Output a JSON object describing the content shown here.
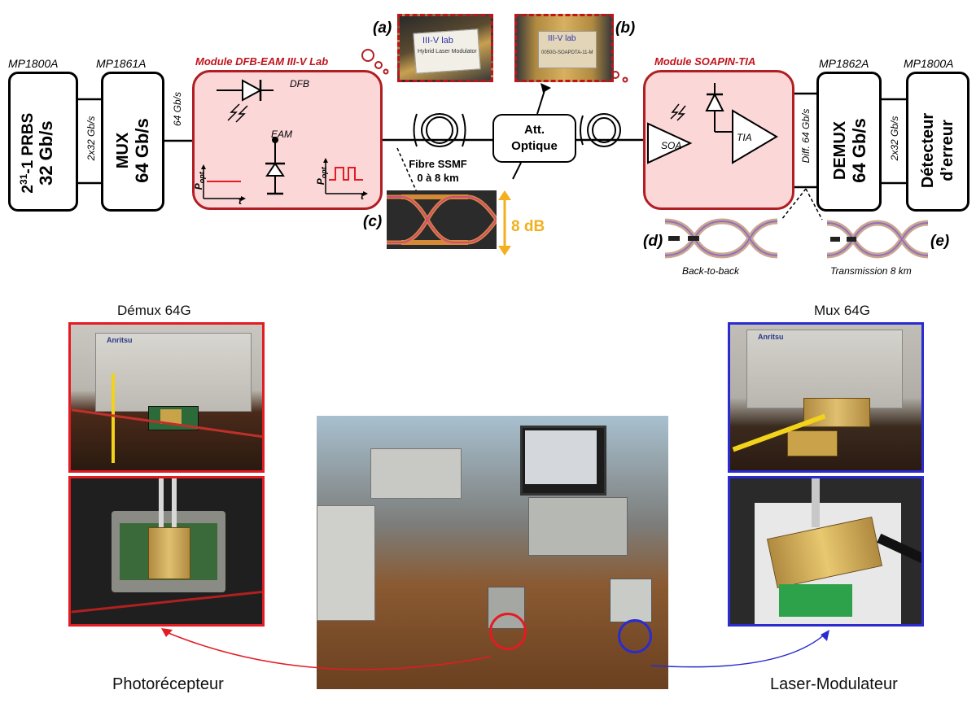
{
  "diagram": {
    "model_labels": {
      "prbs_gen": "MP1800A",
      "mux": "MP1861A",
      "demux": "MP1862A",
      "error_det": "MP1800A"
    },
    "prbs_box": {
      "line1": "2³¹-1 PRBS",
      "line2": "32 Gb/s"
    },
    "mux_box": {
      "line1": "MUX",
      "line2": "64 Gb/s"
    },
    "demux_box": {
      "line1": "DEMUX",
      "line2": "64 Gb/s"
    },
    "error_box": {
      "line1": "Détecteur",
      "line2": "d’erreur"
    },
    "link_2x32_left": "2x32 Gb/s",
    "link_64": "64 Gb/s",
    "link_diff64": "Diff. 64 Gb/s",
    "link_2x32_right": "2x32 Gb/s",
    "module_dfb_title": "Module DFB-EAM III-V Lab",
    "dfb_label": "DFB",
    "eam_label": "EAM",
    "popt": "P",
    "popt_sub": "opt",
    "time": "t",
    "fiber_label_1": "Fibre SSMF",
    "fiber_label_2": "0 à 8 km",
    "att_label_1": "Att.",
    "att_label_2": "Optique",
    "module_soa_title": "Module SOAPIN-TIA",
    "soa_label": "SOA",
    "tia_label": "TIA",
    "inset_a": "(a)",
    "inset_b": "(b)",
    "inset_c": "(c)",
    "inset_d": "(d)",
    "inset_e": "(e)",
    "eye_c_amplitude": "8 dB",
    "eye_d_caption": "Back-to-back",
    "eye_e_caption": "Transmission 8 km",
    "photo_a_text_1": "III-V lab",
    "photo_a_text_2": "Hybrid Laser Modulator",
    "photo_b_text_1": "III-V lab",
    "photo_b_text_2": "0050G-SOAPDTA-11-M"
  },
  "photos": {
    "demux_title": "Démux 64G",
    "mux_title": "Mux 64G",
    "left_caption": "Photorécepteur",
    "right_caption": "Laser-Modulateur",
    "anritsu": "Anritsu"
  },
  "colors": {
    "module_border": "#b01e23",
    "module_fill": "#fbd7d8",
    "left_frame": "#e31b23",
    "right_frame": "#2b2bd0",
    "amplitude_arrow": "#f2b01e"
  }
}
